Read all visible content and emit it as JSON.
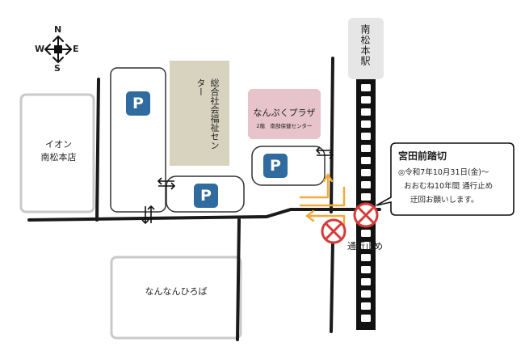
{
  "compass": {
    "n": "N",
    "s": "S",
    "e": "E",
    "w": "W"
  },
  "station": {
    "label": "南松本駅"
  },
  "buildings": {
    "aeon_line1": "イオン",
    "aeon_line2": "南松本店",
    "welfare_center": "総合社会福祉センター",
    "plaza_name": "なんぷくプラザ",
    "plaza_sub": "2階　南部保健センター",
    "park": "なんなんひろば"
  },
  "parking": {
    "symbol": "P"
  },
  "crossing": {
    "stop_label": "通行止め"
  },
  "notice": {
    "title": "宮田前踏切",
    "line1": "◎令和7年10月31日(金)～",
    "line2": "おおむね10年間 通行止め",
    "line3": "迂回お願いします。"
  },
  "colors": {
    "parking_blue": "#2f6b9e",
    "welfare_fill": "#d8d3bf",
    "plaza_fill": "#e7c3cb",
    "stop_red": "#d63a3a",
    "detour_orange": "#f2a93b",
    "station_gray": "#e6e6e6"
  }
}
